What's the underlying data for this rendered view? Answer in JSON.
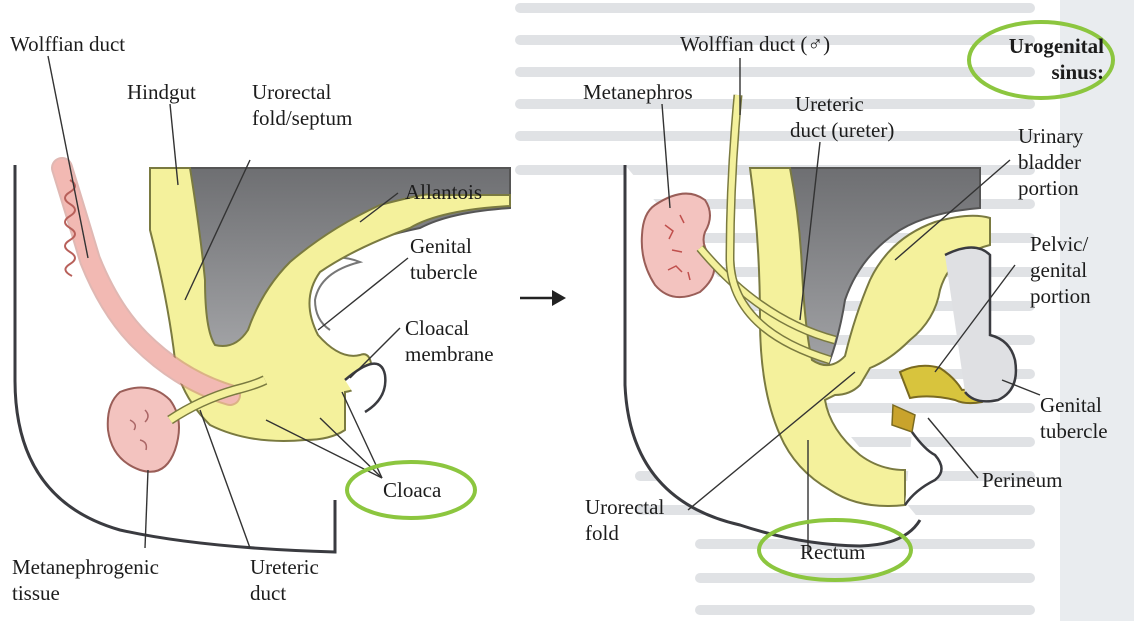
{
  "left_panel": {
    "labels": {
      "wolffian_duct": "Wolffian duct",
      "hindgut": "Hindgut",
      "urorectal_1": "Urorectal",
      "urorectal_2": "fold/septum",
      "allantois": "Allantois",
      "genital_tubercle_1": "Genital",
      "genital_tubercle_2": "tubercle",
      "cloacal_membrane_1": "Cloacal",
      "cloacal_membrane_2": "membrane",
      "cloaca": "Cloaca",
      "metanephrogenic_1": "Metanephrogenic",
      "metanephrogenic_2": "tissue",
      "ureteric_duct_1": "Ureteric",
      "ureteric_duct_2": "duct"
    }
  },
  "arrow": "→",
  "right_panel": {
    "labels": {
      "wolffian_duct_male": "Wolffian duct (♂)",
      "urogenital_sinus_1": "Urogenital",
      "urogenital_sinus_2": "sinus:",
      "metanephros": "Metanephros",
      "ureteric_1": "Ureteric",
      "ureteric_2": "duct (ureter)",
      "urinary_bladder_1": "Urinary",
      "urinary_bladder_2": "bladder",
      "urinary_bladder_3": "portion",
      "pelvic_genital_1": "Pelvic/",
      "pelvic_genital_2": "genital",
      "pelvic_genital_3": "portion",
      "genital_tubercle_1": "Genital",
      "genital_tubercle_2": "tubercle",
      "perineum": "Perineum",
      "urorectal_fold_1": "Urorectal",
      "urorectal_fold_2": "fold",
      "rectum": "Rectum"
    }
  },
  "colors": {
    "endoderm_yellow": "#f4f19c",
    "mesoderm_gray": "#8c8d8f",
    "wolffian_pink": "#f2b9b3",
    "highlight_green": "#8cc63f",
    "background_text": "#c9ccd2"
  }
}
